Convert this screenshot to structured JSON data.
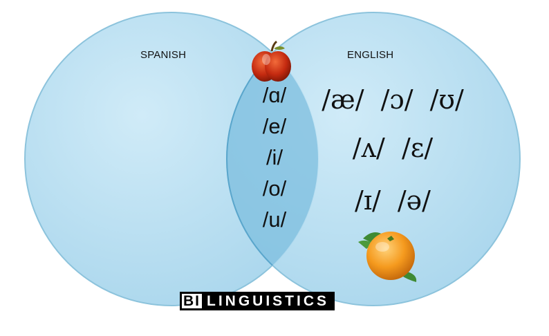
{
  "diagram": {
    "left_set_label": "SPANISH",
    "right_set_label": "ENGLISH",
    "shared_vowels": [
      "/ɑ/",
      "/e/",
      "/i/",
      "/o/",
      "/u/"
    ],
    "english_only_rows": [
      [
        "/æ/",
        "/ɔ/",
        "/ʊ/"
      ],
      [
        "/ʌ/",
        "/ɛ/"
      ],
      [
        "/ɪ/",
        "/ə/"
      ]
    ],
    "icons": {
      "apple": "apple-icon",
      "orange": "orange-icon"
    },
    "colors": {
      "circle_fill": "#b9dff0",
      "circle_edge": "#7fb9d6",
      "overlap_fill": "#8cc6e2"
    }
  },
  "logo": {
    "part1": "BI",
    "part2": "LINGUISTICS"
  }
}
